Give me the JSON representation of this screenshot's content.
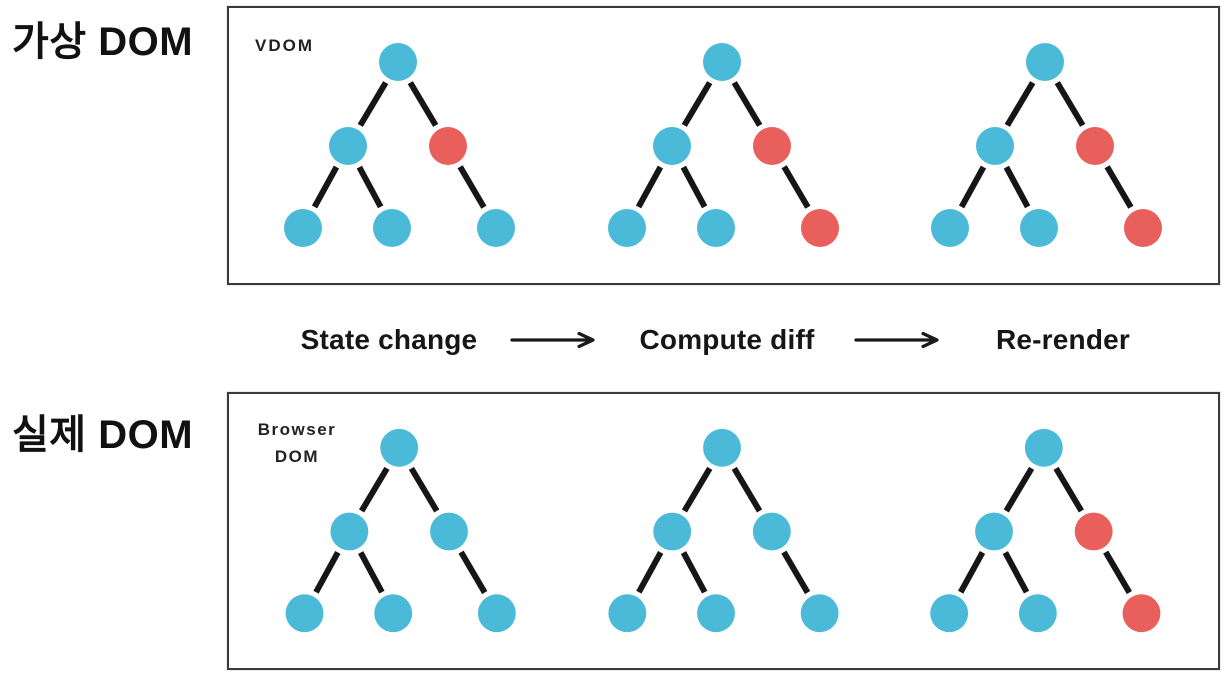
{
  "labels": {
    "virtual_dom": "가상 DOM",
    "real_dom": "실제 DOM"
  },
  "vdom_panel": {
    "label": "VDOM",
    "trees": [
      {
        "nodes": [
          "blue",
          "blue",
          "red",
          "blue",
          "blue",
          "blue"
        ]
      },
      {
        "nodes": [
          "blue",
          "blue",
          "red",
          "blue",
          "blue",
          "red"
        ]
      },
      {
        "nodes": [
          "blue",
          "blue",
          "red",
          "blue",
          "blue",
          "red"
        ]
      }
    ]
  },
  "browser_panel": {
    "label_line1": "Browser",
    "label_line2": "DOM",
    "trees": [
      {
        "nodes": [
          "blue",
          "blue",
          "blue",
          "blue",
          "blue",
          "blue"
        ]
      },
      {
        "nodes": [
          "blue",
          "blue",
          "blue",
          "blue",
          "blue",
          "blue"
        ]
      },
      {
        "nodes": [
          "blue",
          "blue",
          "red",
          "blue",
          "blue",
          "red"
        ]
      }
    ]
  },
  "flow": {
    "steps": [
      "State change",
      "Compute diff",
      "Re-render"
    ],
    "arrow_icon": "right-arrow"
  },
  "colors": {
    "node_blue": "#4bbad8",
    "node_red": "#e85f5c",
    "edge": "#161616",
    "panel_border": "#3b3b3b",
    "text": "#1a1a1a"
  }
}
